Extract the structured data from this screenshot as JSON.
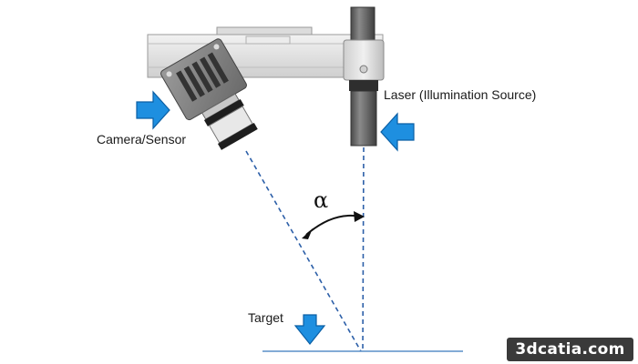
{
  "labels": {
    "laser": "Laser (Illumination Source)",
    "camera": "Camera/Sensor",
    "target": "Target",
    "angle": "α"
  },
  "watermark": "3dcatia.com",
  "colors": {
    "arrow": "#1e8fe0",
    "arrow_stroke": "#0b5fa5",
    "beam": "#2c5fa8",
    "target_line": "#5a8fc8",
    "metal_dark": "#595959",
    "rail": "#e6e6e6"
  },
  "icons": {
    "laser_pointer": "arrow-left-icon",
    "camera_pointer": "arrow-right-icon",
    "target_pointer": "arrow-down-icon"
  }
}
